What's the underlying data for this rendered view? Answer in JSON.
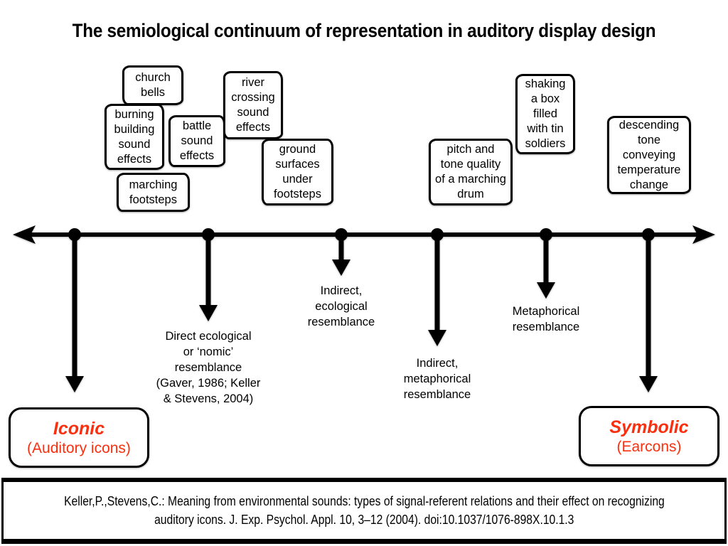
{
  "title": "The semiological continuum of representation in auditory display design",
  "colors": {
    "ink": "#000000",
    "accent_red": "#F93010",
    "background": "#FFFFFF"
  },
  "example_boxes": [
    {
      "id": "church-bells",
      "text": "church\nbells"
    },
    {
      "id": "burning-building",
      "text": "burning\nbuilding\nsound\neffects"
    },
    {
      "id": "battle-sound",
      "text": "battle\nsound\neffects"
    },
    {
      "id": "river-crossing",
      "text": "river\ncrossing\nsound\neffects"
    },
    {
      "id": "marching-footsteps",
      "text": "marching\nfootsteps"
    },
    {
      "id": "ground-surfaces",
      "text": "ground\nsurfaces\nunder\nfootsteps"
    },
    {
      "id": "pitch-tone-drum",
      "text": "pitch and\ntone quality\nof a marching\ndrum"
    },
    {
      "id": "shaking-box",
      "text": "shaking\na box\nfilled\nwith tin\nsoldiers"
    },
    {
      "id": "descending-tone",
      "text": "descending\ntone\nconveying\ntemperature\nchange"
    }
  ],
  "continuum_labels": [
    {
      "id": "direct-ecological",
      "text": "Direct ecological\nor ‘nomic’\nresemblance\n(Gaver, 1986; Keller\n& Stevens, 2004)"
    },
    {
      "id": "indirect-ecological",
      "text": "Indirect,\necological\nresemblance"
    },
    {
      "id": "indirect-metaphorical",
      "text": "Indirect,\nmetaphorical\nresemblance"
    },
    {
      "id": "metaphorical",
      "text": "Metaphorical\nresemblance"
    }
  ],
  "endpoints": {
    "left": {
      "label": "Iconic",
      "sublabel": "(Auditory icons)"
    },
    "right": {
      "label": "Symbolic",
      "sublabel": "(Earcons)"
    }
  },
  "citation": {
    "line1": "Keller,P.,Stevens,C.: Meaning from environmental sounds: types of signal-referent relations and their effect on recognizing",
    "line2": "auditory icons. J. Exp. Psychol. Appl. 10, 3–12 (2004). doi:10.1037/1076-898X.10.1.3"
  }
}
